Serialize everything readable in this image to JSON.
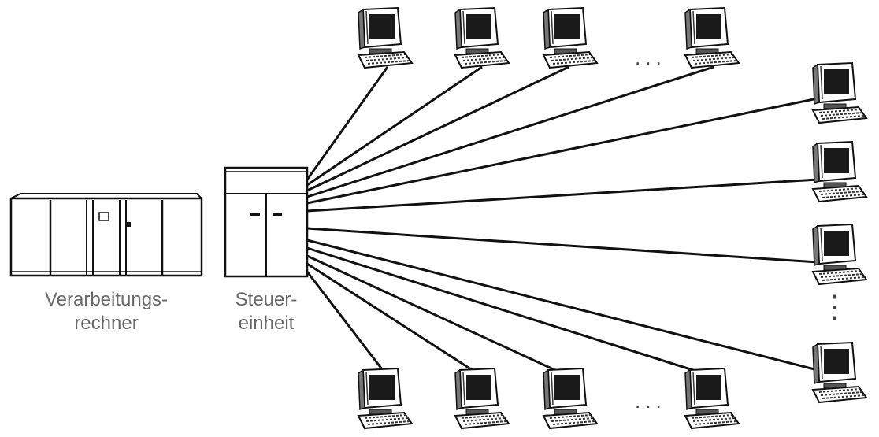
{
  "labels": {
    "processor_line1": "Verarbeitungs-",
    "processor_line2": "rechner",
    "control_line1": "Steuer-",
    "control_line2": "einheit"
  },
  "ellipsis": {
    "top": "...",
    "bottom": "...",
    "right": "⋮"
  },
  "icons": {
    "mainframe": "mainframe-icon",
    "control_unit": "control-unit-icon",
    "terminal": "terminal-icon"
  },
  "colors": {
    "stroke": "#111111",
    "screen": "#1a1a1a",
    "label": "#6a6a6a"
  }
}
